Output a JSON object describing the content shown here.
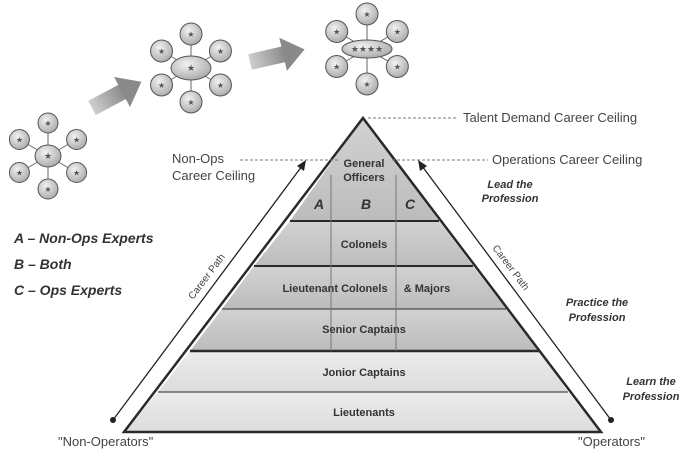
{
  "top_label": "Talent Demand Career Ceiling",
  "non_ops_ceiling": [
    "Non-Ops",
    "Career Ceiling"
  ],
  "ops_ceiling": "Operations Career Ceiling",
  "stages": {
    "lead": [
      "Lead the",
      "Profession"
    ],
    "practice": [
      "Practice the",
      "Profession"
    ],
    "learn": [
      "Learn the",
      "Profession"
    ]
  },
  "legend": [
    "A – Non-Ops Experts",
    "B – Both",
    "C – Ops Experts"
  ],
  "career_path_label": "Career Path",
  "bottom_left": "\"Non-Operators\"",
  "bottom_right": "\"Operators\"",
  "columns": [
    "A",
    "B",
    "C"
  ],
  "levels": {
    "general": [
      "General",
      "Officers"
    ],
    "colonels": "Colonels",
    "ltc": "Lieutenant Colonels",
    "majors": "& Majors",
    "senior_captains": "Senior Captains",
    "junior_captains": "Jonior Captains",
    "lieutenants": "Lieutenants"
  },
  "colors": {
    "dark_band": "#c9c9c9",
    "light_band": "#e6e6e6",
    "outline": "#2a2a2a",
    "arrow": "#8a8a8a"
  }
}
